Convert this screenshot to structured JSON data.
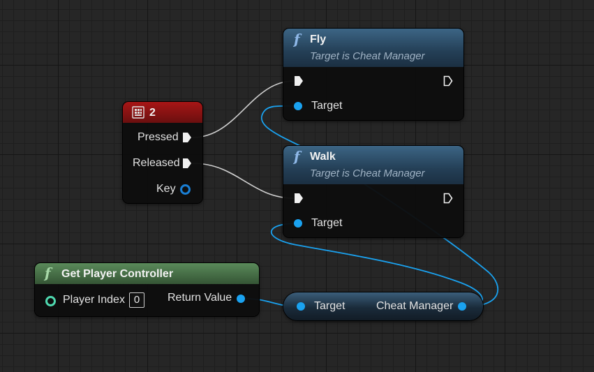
{
  "nodes": {
    "fly": {
      "title": "Fly",
      "subtitle": "Target is Cheat Manager",
      "target_label": "Target"
    },
    "walk": {
      "title": "Walk",
      "subtitle": "Target is Cheat Manager",
      "target_label": "Target"
    },
    "key_event": {
      "title": "2",
      "pressed_label": "Pressed",
      "released_label": "Released",
      "key_label": "Key"
    },
    "get_player_controller": {
      "title": "Get Player Controller",
      "player_index_label": "Player Index",
      "player_index_value": "0",
      "return_value_label": "Return Value"
    },
    "cast": {
      "target_label": "Target",
      "output_label": "Cheat Manager"
    }
  },
  "icons": {
    "function": "f",
    "function_icon": "function-icon",
    "keyboard_icon": "keyboard-key-icon"
  },
  "colors": {
    "exec_wire": "#cfcfcf",
    "object_wire": "#1aa2f0",
    "function_header": "#2f5370",
    "event_header": "#8a1414",
    "pure_header": "#4a7a4a"
  }
}
